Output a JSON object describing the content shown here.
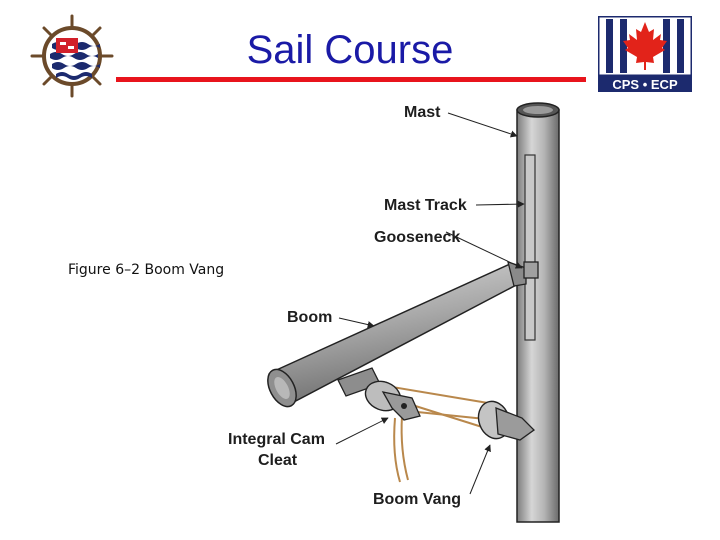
{
  "header": {
    "title": "Sail Course",
    "right_logo_text": "CPS • ECP"
  },
  "caption": "Figure 6–2  Boom Vang",
  "diagram": {
    "labels": {
      "mast": "Mast",
      "mast_track": "Mast Track",
      "gooseneck": "Gooseneck",
      "boom": "Boom",
      "cam_cleat_line1": "Integral Cam",
      "cam_cleat_line2": "Cleat",
      "boom_vang": "Boom Vang"
    }
  },
  "colors": {
    "title_blue": "#1a1aa6",
    "rule_red": "#e8141c",
    "logo_navy": "#1c2a6e",
    "maple_red": "#e2231a",
    "line_tan": "#b9884c"
  },
  "icons": {
    "left_logo": "ships-wheel-flag-icon",
    "right_logo": "maple-leaf-crest-icon"
  }
}
